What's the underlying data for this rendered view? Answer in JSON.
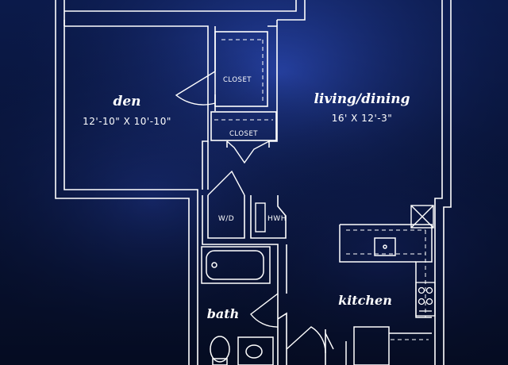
{
  "rooms": {
    "den": {
      "name": "den",
      "dimensions": "12'-10\" X 10'-10\""
    },
    "living": {
      "name": "living/dining",
      "dimensions": "16' X 12'-3\""
    },
    "kitchen": {
      "name": "kitchen"
    },
    "bath": {
      "name": "bath"
    }
  },
  "fixtures": {
    "closet_1": "CLOSET",
    "closet_2": "CLOSET",
    "washer_dryer": "W/D",
    "water_heater": "HWH"
  },
  "colors": {
    "background": "#0b1a4a",
    "background_light": "#2a44b0",
    "wall": "#ffffff"
  }
}
